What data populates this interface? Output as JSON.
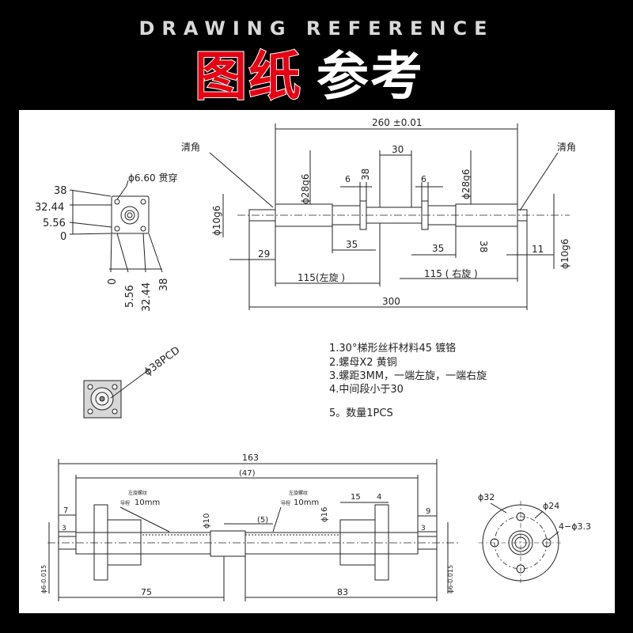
{
  "header": {
    "english": "DRAWING REFERENCE",
    "title_red": "图纸",
    "title_white": "参考"
  },
  "colors": {
    "background": "#000000",
    "accent_red": "#e60012",
    "paper": "#ffffff",
    "ink": "#222222"
  },
  "top_drawing": {
    "dim_total_ref": "260 ±0.01",
    "dim_30": "30",
    "dim_38": "38",
    "dim_6_left": "6",
    "dim_6_right": "6",
    "dia_28g6_left": "ϕ28g6",
    "dia_28g6_right": "ϕ28g6",
    "dia_10g6_left": "ϕ10g6",
    "dia_10g6_right": "ϕ10g6",
    "dim_35_left": "35",
    "dim_35_right": "35",
    "dim_29": "29",
    "dim_11": "11",
    "dim_38_right": "38",
    "dim_115_left": "115(左旋 )",
    "dim_115_right": "115 ( 右旋 )",
    "dim_300": "300",
    "chamfer_left": "清角",
    "chamfer_right": "清角"
  },
  "flange_view": {
    "hole_label": "ϕ6.60 贯穿",
    "vertical_dims": [
      "38",
      "32.44",
      "5.56",
      "0"
    ],
    "horizontal_dims": [
      "0",
      "5.56",
      "32.44",
      "38"
    ]
  },
  "pcd_view": {
    "label": "ϕ38PCD"
  },
  "notes": [
    "1.30°梯形丝杆材料45   镀铬",
    "2.螺母X2  黄铜",
    "3.螺距3MM，一端左旋，一端右旋",
    "4.中间段小于30",
    "5。数量1PCS"
  ],
  "bottom_drawing": {
    "dim_163": "163",
    "dim_47": "(47)",
    "dim_7": "7",
    "dim_3_left": "3",
    "dim_3_right": "3",
    "dim_15": "15",
    "dim_4": "4",
    "dim_9": "9",
    "dia_10": "ϕ10",
    "dim_5": "(5)",
    "dia_16": "ϕ16",
    "thread_left": "左旋螺纹",
    "thread_right": "左旋螺纹",
    "pitch_left_label": "导程",
    "pitch_left_value": "10mm",
    "pitch_right_label": "导程",
    "pitch_right_value": "10mm",
    "dia_tol_left": "ϕ6-0.015",
    "dia_tol_right": "ϕ6-0.015",
    "dim_75": "75",
    "dim_83": "83"
  },
  "round_flange": {
    "dia_32": "ϕ32",
    "dia_24": "ϕ24",
    "holes": "4−ϕ3.3"
  }
}
